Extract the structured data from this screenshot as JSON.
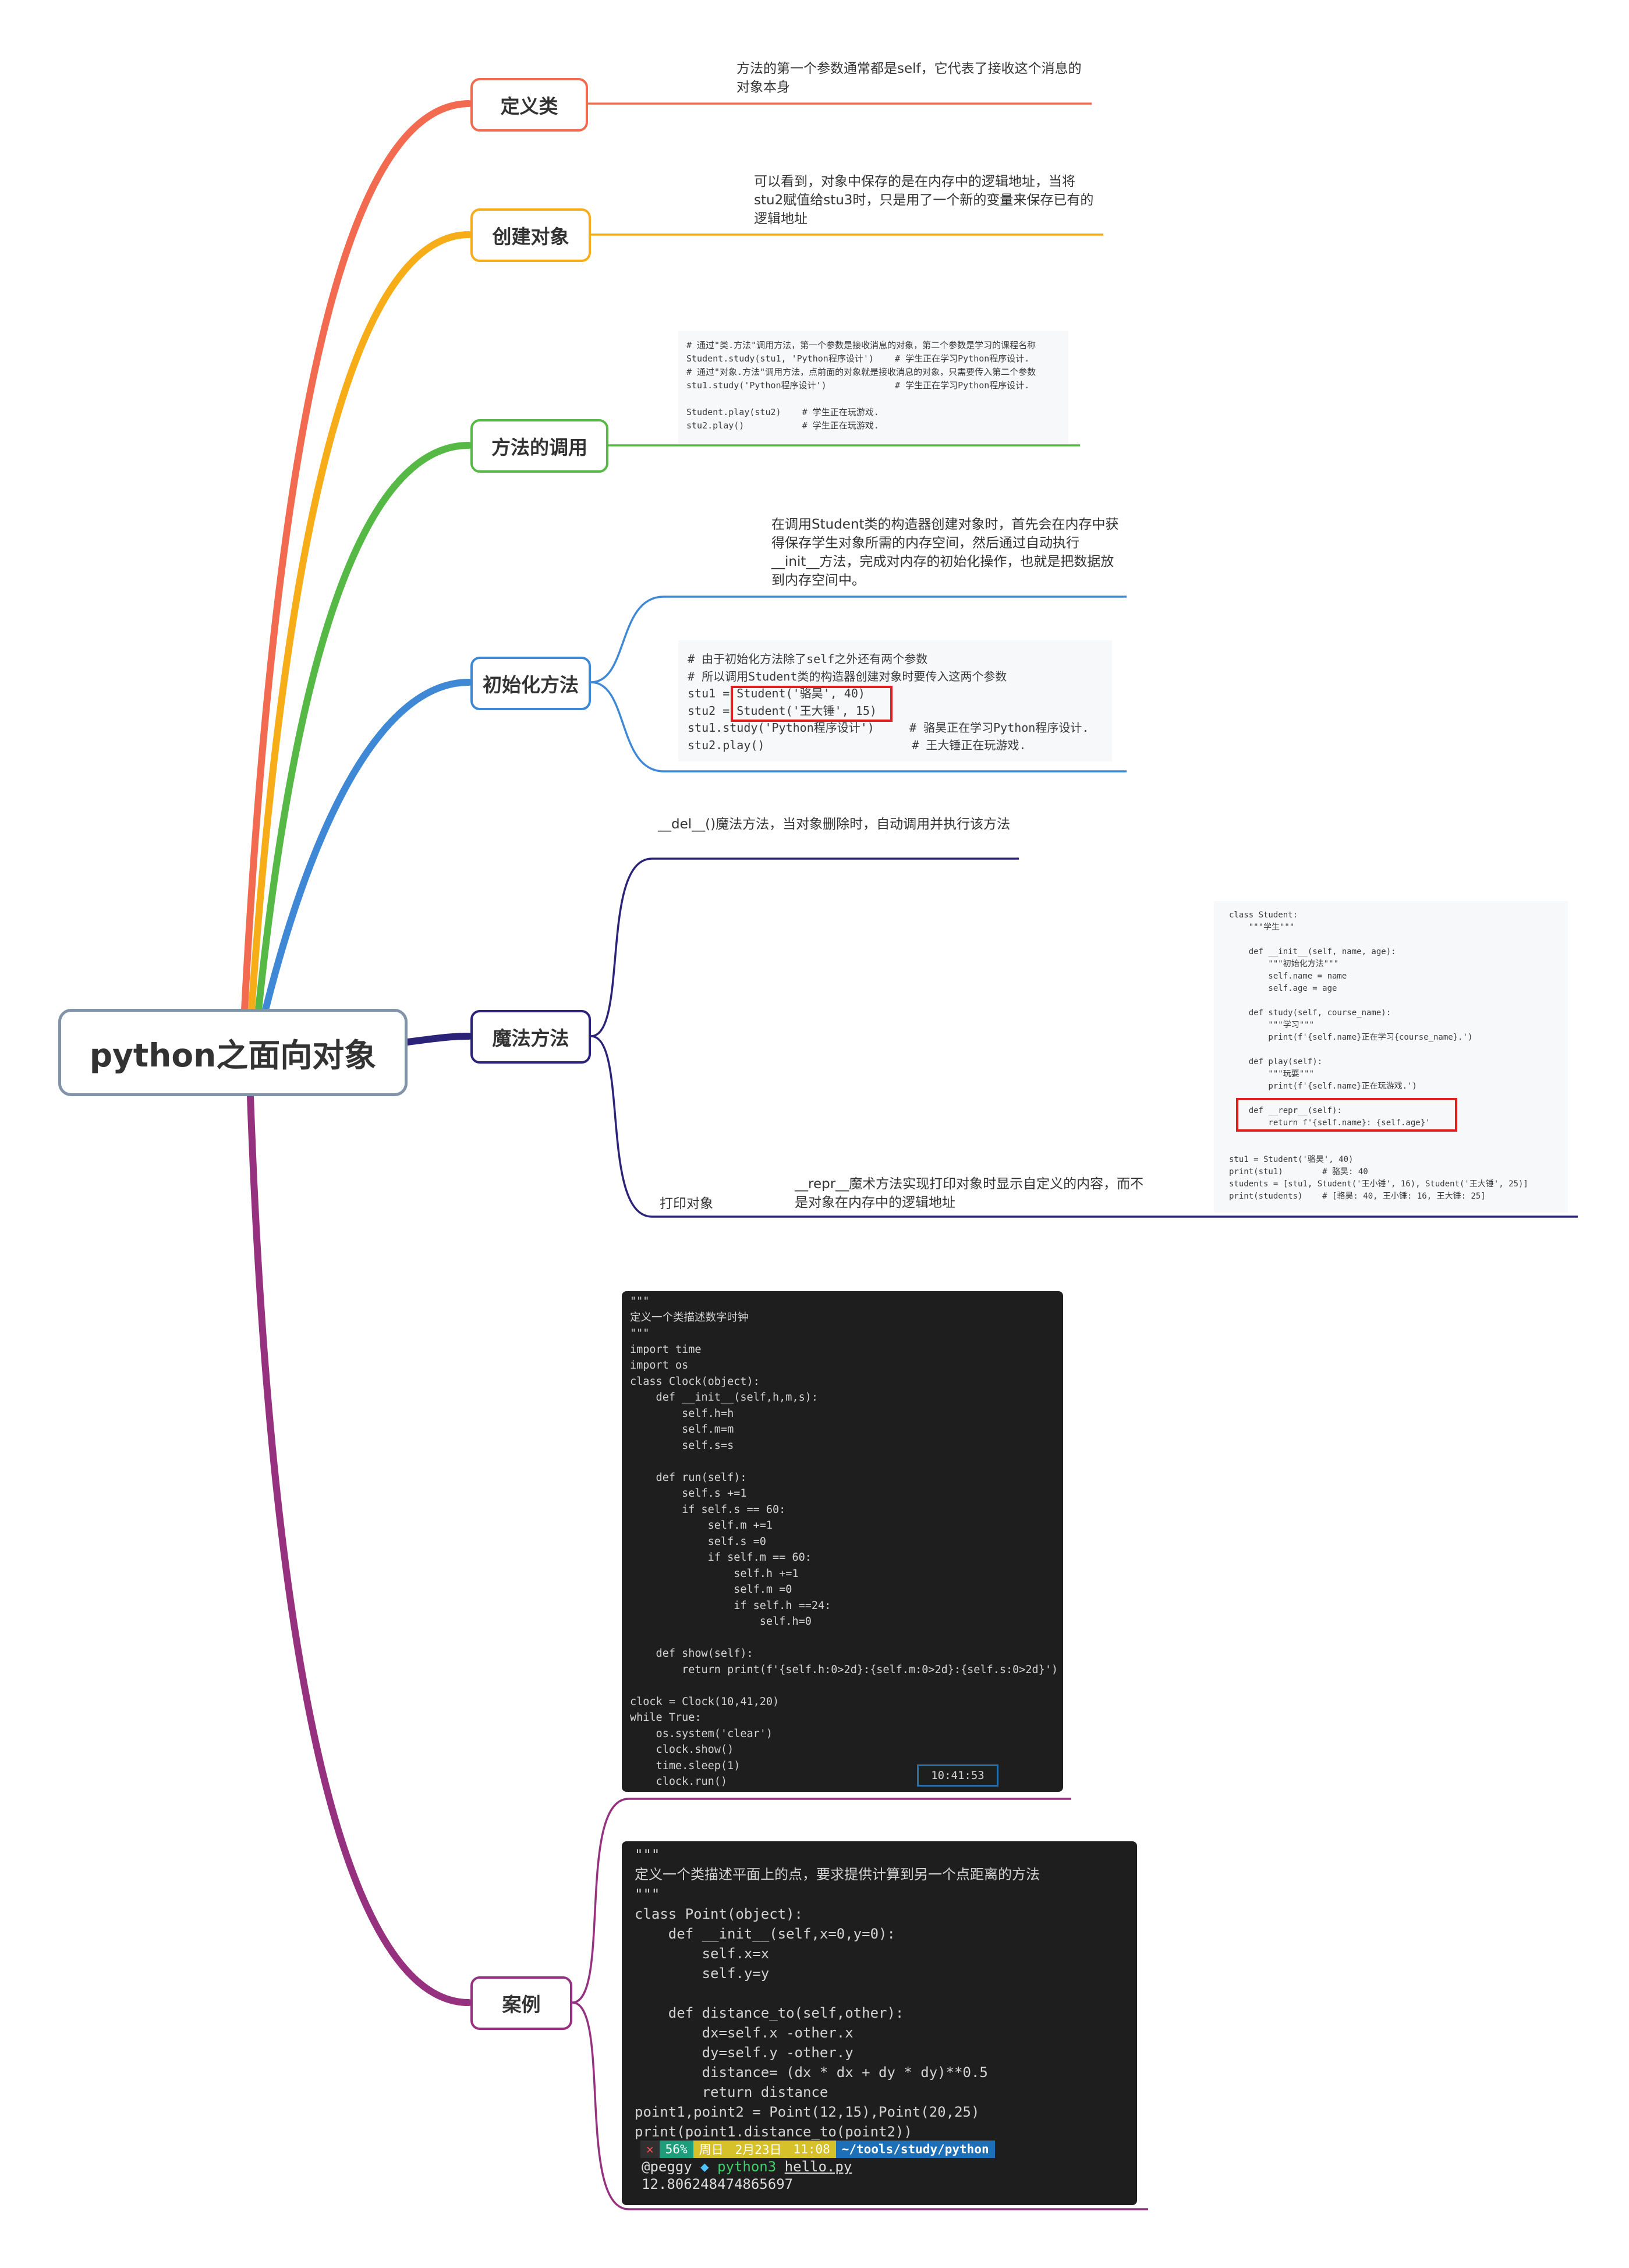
{
  "root": {
    "label": "python之面向对象"
  },
  "branches": [
    {
      "label": "定义类",
      "color": "#f26b50"
    },
    {
      "label": "创建对象",
      "color": "#f7ad18"
    },
    {
      "label": "方法的调用",
      "color": "#56b946"
    },
    {
      "label": "初始化方法",
      "color": "#3f88d6"
    },
    {
      "label": "魔法方法",
      "color": "#2a2378"
    },
    {
      "label": "案例",
      "color": "#95317e"
    }
  ],
  "notes": {
    "define_class": "方法的第一个参数通常都是self，它代表了接收这个消息的对象本身",
    "create_object": "可以看到，对象中保存的是在内存中的逻辑地址，当将stu2赋值给stu3时，只是用了一个新的变量来保存已有的逻辑地址",
    "init_method": "在调用Student类的构造器创建对象时，首先会在内存中获得保存学生对象所需的内存空间，然后通过自动执行__init__方法，完成对内存的初始化操作，也就是把数据放到内存空间中。",
    "del_method": "__del__()魔法方法，当对象删除时，自动调用并执行该方法",
    "print_object": "打印对象",
    "repr_method": "__repr__魔术方法实现打印对象时显示自定义的内容，而不是对象在内存中的逻辑地址"
  },
  "code": {
    "method_call": "# 通过\"类.方法\"调用方法，第一个参数是接收消息的对象，第二个参数是学习的课程名称\nStudent.study(stu1, 'Python程序设计')    # 学生正在学习Python程序设计.\n# 通过\"对象.方法\"调用方法，点前面的对象就是接收消息的对象，只需要传入第二个参数\nstu1.study('Python程序设计')             # 学生正在学习Python程序设计.\n\nStudent.play(stu2)    # 学生正在玩游戏.\nstu2.play()           # 学生正在玩游戏.",
    "init_call": "# 由于初始化方法除了self之外还有两个参数\n# 所以调用Student类的构造器创建对象时要传入这两个参数\nstu1 = Student('骆昊', 40)\nstu2 = Student('王大锤', 15)\nstu1.study('Python程序设计')     # 骆昊正在学习Python程序设计.\nstu2.play()                     # 王大锤正在玩游戏.",
    "repr_class": "class Student:\n    \"\"\"学生\"\"\"\n\n    def __init__(self, name, age):\n        \"\"\"初始化方法\"\"\"\n        self.name = name\n        self.age = age\n\n    def study(self, course_name):\n        \"\"\"学习\"\"\"\n        print(f'{self.name}正在学习{course_name}.')\n\n    def play(self):\n        \"\"\"玩耍\"\"\"\n        print(f'{self.name}正在玩游戏.')\n\n    def __repr__(self):\n        return f'{self.name}: {self.age}'\n\n\nstu1 = Student('骆昊', 40)\nprint(stu1)        # 骆昊: 40\nstudents = [stu1, Student('王小锤', 16), Student('王大锤', 25)]\nprint(students)    # [骆昊: 40, 王小锤: 16, 王大锤: 25]",
    "clock": "\"\"\"\n定义一个类描述数字时钟\n\"\"\"\nimport time\nimport os\nclass Clock(object):\n    def __init__(self,h,m,s):\n        self.h=h\n        self.m=m\n        self.s=s\n\n    def run(self):\n        self.s +=1\n        if self.s == 60:\n            self.m +=1\n            self.s =0\n            if self.m == 60:\n                self.h +=1\n                self.m =0\n                if self.h ==24:\n                    self.h=0\n\n    def show(self):\n        return print(f'{self.h:0>2d}:{self.m:0>2d}:{self.s:0>2d}')\n\nclock = Clock(10,41,20)\nwhile True:\n    os.system('clear')\n    clock.show()\n    time.sleep(1)\n    clock.run()",
    "clock_output": "10:41:53",
    "point": "\"\"\"\n定义一个类描述平面上的点，要求提供计算到另一个点距离的方法\n\"\"\"\nclass Point(object):\n    def __init__(self,x=0,y=0):\n        self.x=x\n        self.y=y\n\n    def distance_to(self,other):\n        dx=self.x -other.x\n        dy=self.y -other.y\n        distance= (dx * dx + dy * dy)**0.5\n        return distance\npoint1,point2 = Point(12,15),Point(20,25)\nprint(point1.distance_to(point2))"
  },
  "terminal": {
    "close_icon": "✕",
    "battery": "56%",
    "day": "周日",
    "date": "2月23日",
    "time": "11:08",
    "path": "~/tools/study/python",
    "user": "@peggy",
    "command": "python3",
    "file": "hello.py",
    "output": "12.806248474865697"
  }
}
